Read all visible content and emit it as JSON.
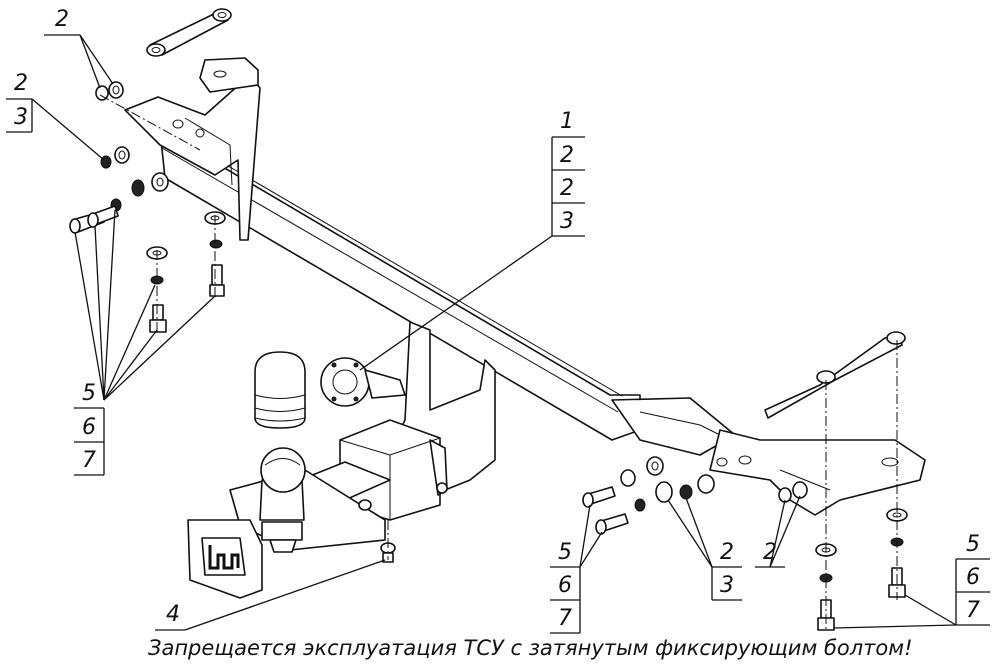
{
  "callouts": {
    "top_left_a": "2",
    "top_left_b_top": "2",
    "top_left_b_bottom": "3",
    "center_1": "1",
    "center_2a": "2",
    "center_2b": "2",
    "center_3": "3",
    "left_5": "5",
    "left_6": "6",
    "left_7": "7",
    "bottom_4": "4",
    "bottom_5": "5",
    "bottom_6": "6",
    "bottom_7": "7",
    "bottom_2_top": "2",
    "bottom_2_bottom": "3",
    "bottom_2_right": "2",
    "right_5": "5",
    "right_6": "6",
    "right_7": "7"
  },
  "warning_text": "Запрещается эксплуатация ТСУ с затянутым фиксирующим болтом!"
}
